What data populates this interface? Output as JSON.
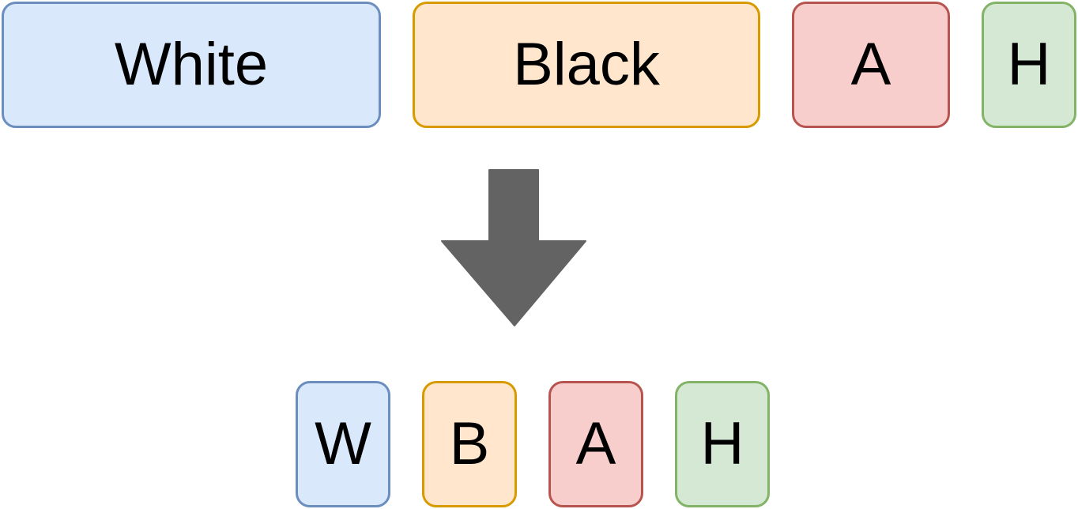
{
  "top_row": {
    "white": "White",
    "black": "Black",
    "a": "A",
    "h": "H"
  },
  "bottom_row": {
    "w": "W",
    "b": "B",
    "a": "A",
    "h": "H"
  },
  "colors": {
    "blue_fill": "#dae8fc",
    "blue_stroke": "#6c8ebf",
    "orange_fill": "#ffe6cc",
    "orange_stroke": "#d79b00",
    "red_fill": "#f8cecc",
    "red_stroke": "#b85450",
    "green_fill": "#d5e8d4",
    "green_stroke": "#82b366",
    "arrow": "#636363"
  },
  "icons": {
    "arrow": "down-arrow-icon"
  }
}
